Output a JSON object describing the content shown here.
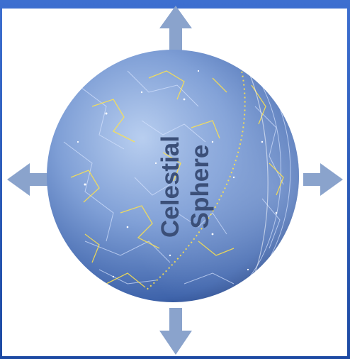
{
  "diagram": {
    "label_line1": "Celestial",
    "label_line2": "Sphere",
    "colors": {
      "frame": "#1f4ea8",
      "panel": "#ffffff",
      "sphere_light": "#aac3ea",
      "sphere_dark": "#1f3f7e",
      "constellation_lines": "#ffe34a",
      "star_lines": "#d7e4ff",
      "arrow": "#8aa3cc",
      "label": "#3b4f78"
    },
    "arrows": [
      "up",
      "down",
      "left",
      "right"
    ]
  }
}
